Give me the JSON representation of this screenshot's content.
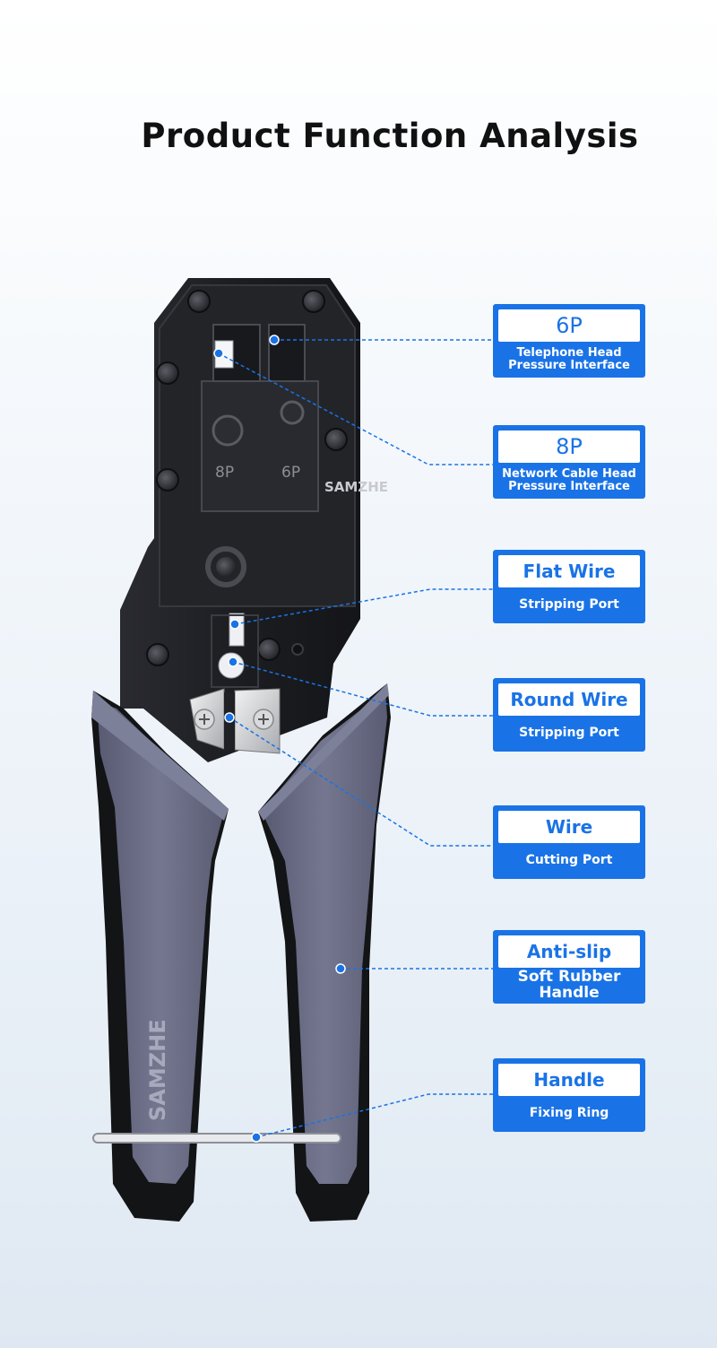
{
  "title": "Product Function Analysis",
  "brand": "SAMZHE",
  "colors": {
    "accent": "#1a73e6",
    "tool_metal": "#1c1d20",
    "grip_purple": "#6a6d86",
    "grip_black": "#111214"
  },
  "tool_marks": {
    "port_8p": "8P",
    "port_6p": "6P"
  },
  "callouts": [
    {
      "heading": "6P",
      "body": "Telephone Head Pressure Interface"
    },
    {
      "heading": "8P",
      "body": "Network Cable Head Pressure Interface"
    },
    {
      "heading": "Flat Wire",
      "body": "Stripping Port"
    },
    {
      "heading": "Round Wire",
      "body": "Stripping Port"
    },
    {
      "heading": "Wire",
      "body": "Cutting Port"
    },
    {
      "heading": "Anti-slip",
      "body": "Soft Rubber Handle"
    },
    {
      "heading": "Handle",
      "body": "Fixing Ring"
    }
  ]
}
